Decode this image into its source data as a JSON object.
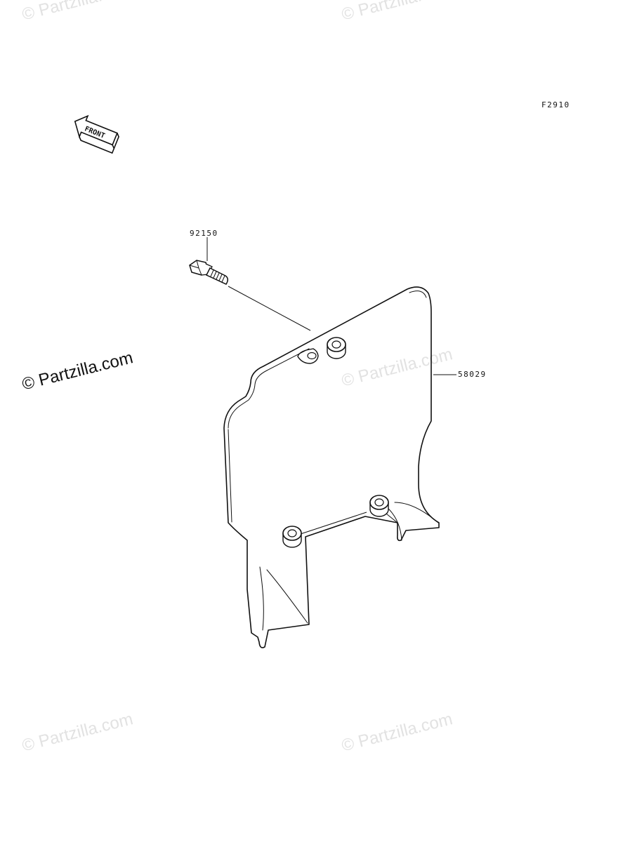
{
  "diagram": {
    "figure_code": "F2910",
    "front_label": "FRONT",
    "parts": [
      {
        "number": "92150"
      },
      {
        "number": "58029"
      }
    ]
  },
  "watermark": {
    "text": "© Partzilla.com"
  },
  "colors": {
    "line": "#111111",
    "watermark_faint": "#e2e2e2",
    "background": "#ffffff"
  }
}
